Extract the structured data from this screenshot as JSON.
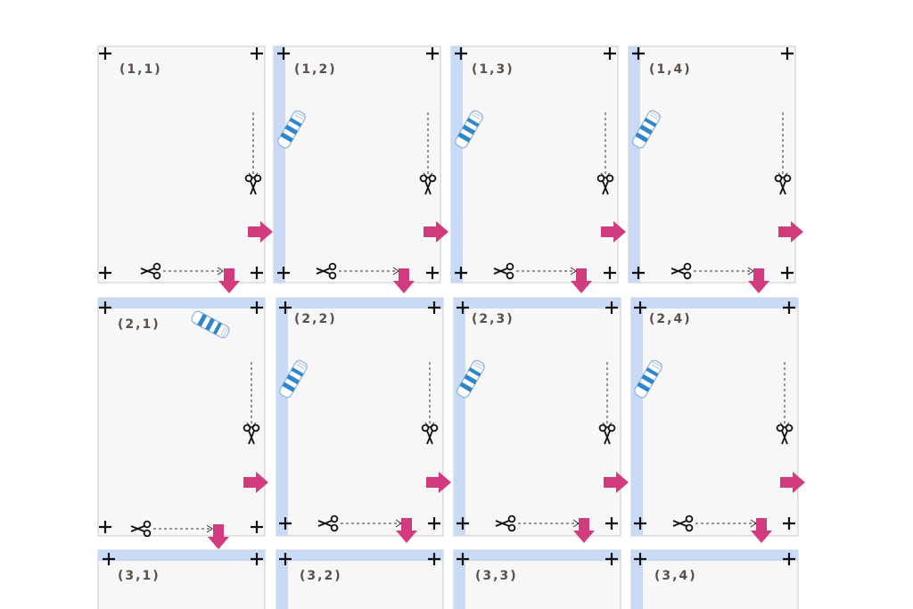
{
  "sheet_labels": {
    "r1c1": "(1,1)",
    "r1c2": "(1,2)",
    "r1c3": "(1,3)",
    "r1c4": "(1,4)",
    "r2c1": "(2,1)",
    "r2c2": "(2,2)",
    "r2c3": "(2,3)",
    "r2c4": "(2,4)",
    "r3c1": "(3,1)",
    "r3c2": "(3,2)",
    "r3c3": "(3,3)",
    "r3c4": "(3,4)"
  },
  "colors": {
    "page": "#f7f7f7",
    "page_border": "#c9c9c9",
    "glue_strip": "#c9daf7",
    "arrow": "#d23c7e",
    "glue_stripe": "#2f86c8",
    "crop_mark": "#111111",
    "label": "#5b4f49"
  },
  "icons": [
    "crop-mark-icon",
    "scissors-icon",
    "glue-stick-icon",
    "arrow-right-icon",
    "arrow-down-icon"
  ]
}
